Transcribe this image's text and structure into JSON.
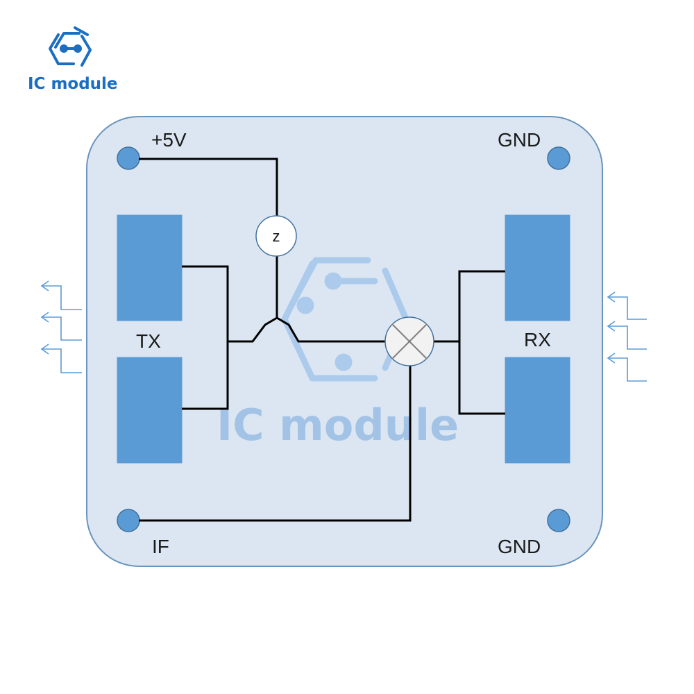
{
  "logo": {
    "text": "IC module",
    "icon": "hexagon-circuit-icon"
  },
  "watermark": {
    "text": "IC module",
    "icon": "hexagon-circuit-icon"
  },
  "pins": {
    "vcc": "+5V",
    "gnd_top": "GND",
    "if": "IF",
    "gnd_bottom": "GND"
  },
  "antennas": {
    "tx": "TX",
    "rx": "RX"
  },
  "components": {
    "impedance": "z",
    "mixer": "mixer-icon"
  },
  "colors": {
    "board_fill": "#dce6f2",
    "board_stroke": "#6a94bd",
    "antenna_fill": "#5b9bd5",
    "pad_fill": "#5b9bd5",
    "wire": "#000000",
    "signal_arrow": "#5b9bd5",
    "logo": "#1b6fc2"
  }
}
